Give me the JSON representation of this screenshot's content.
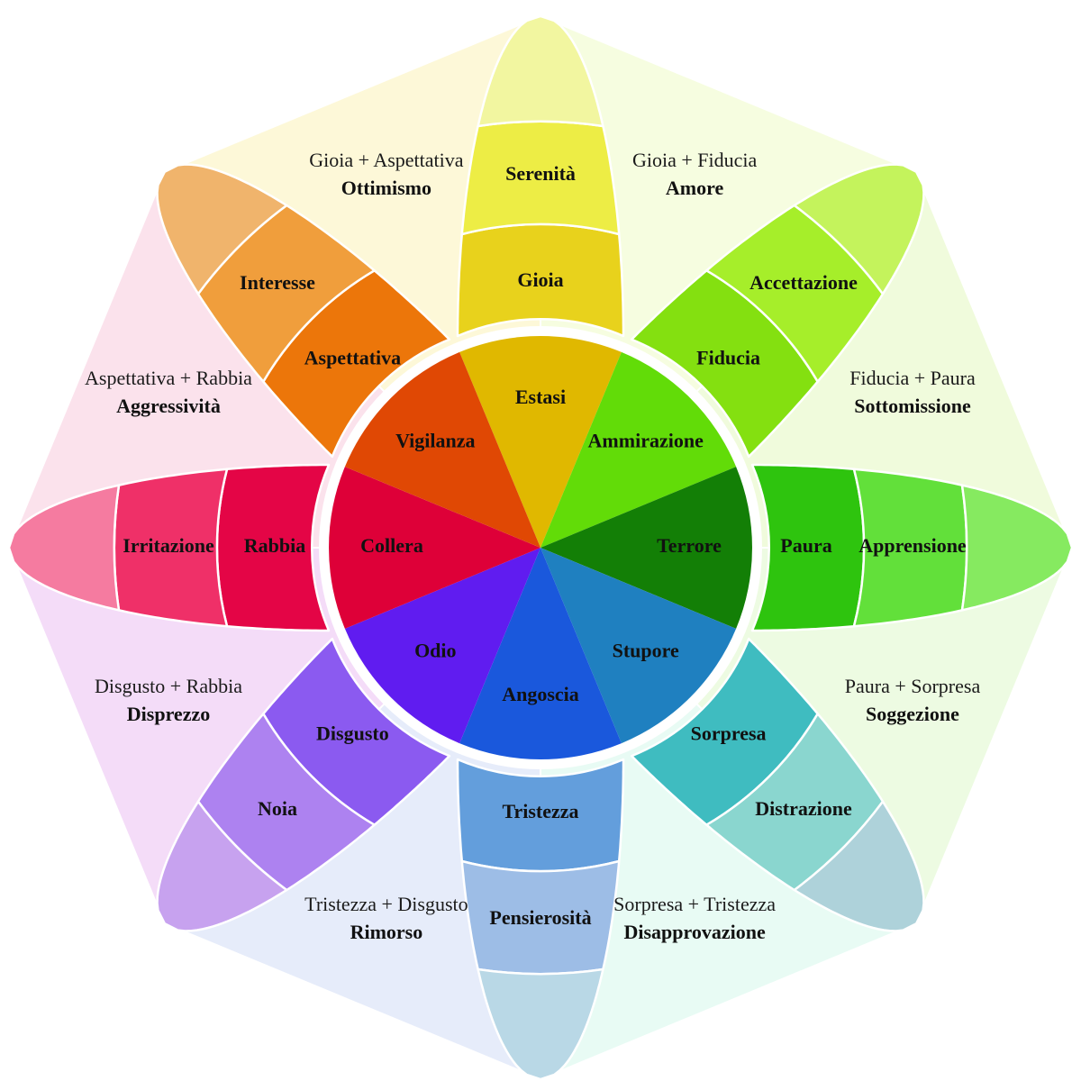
{
  "title": "Ruota delle emozioni",
  "petals": [
    {
      "id": "joy",
      "angle_deg": 0,
      "core": "Estasi",
      "primary": "Gioia",
      "mild": "Serenità",
      "colors": {
        "core": "#e0b800",
        "primary": "#e8d21c",
        "mild": "#eded45",
        "tip": "#f2f6a0"
      }
    },
    {
      "id": "trust",
      "angle_deg": 45,
      "core": "Ammirazione",
      "primary": "Fiducia",
      "mild": "Accettazione",
      "colors": {
        "core": "#62dc08",
        "primary": "#84e010",
        "mild": "#a6ee2a",
        "tip": "#c4f35c"
      }
    },
    {
      "id": "fear",
      "angle_deg": 90,
      "core": "Terrore",
      "primary": "Paura",
      "mild": "Apprensione",
      "colors": {
        "core": "#137f06",
        "primary": "#2ec40e",
        "mild": "#62e03a",
        "tip": "#86ea60"
      }
    },
    {
      "id": "surprise",
      "angle_deg": 135,
      "core": "Stupore",
      "primary": "Sorpresa",
      "mild": "Distrazione",
      "colors": {
        "core": "#1f80c0",
        "primary": "#3fbcc0",
        "mild": "#8ad6cf",
        "tip": "#aed2da"
      }
    },
    {
      "id": "sadness",
      "angle_deg": 180,
      "core": "Angoscia",
      "primary": "Tristezza",
      "mild": "Pensierosità",
      "colors": {
        "core": "#1a58dc",
        "primary": "#639edc",
        "mild": "#9dbde6",
        "tip": "#b9d8e6"
      }
    },
    {
      "id": "disgust",
      "angle_deg": 225,
      "core": "Odio",
      "primary": "Disgusto",
      "mild": "Noia",
      "colors": {
        "core": "#601cf0",
        "primary": "#8b5af0",
        "mild": "#ad82f0",
        "tip": "#c7a2ef"
      }
    },
    {
      "id": "anger",
      "angle_deg": 270,
      "core": "Collera",
      "primary": "Rabbia",
      "mild": "Irritazione",
      "colors": {
        "core": "#de0038",
        "primary": "#e40546",
        "mild": "#ef3068",
        "tip": "#f57ba0"
      }
    },
    {
      "id": "anticipation",
      "angle_deg": 315,
      "core": "Vigilanza",
      "primary": "Aspettativa",
      "mild": "Interesse",
      "colors": {
        "core": "#e04804",
        "primary": "#ec760a",
        "mild": "#f09e3c",
        "tip": "#f0b46c"
      }
    }
  ],
  "dyads": [
    {
      "angle_deg": 22.5,
      "combo": "Gioia + Fiducia",
      "name": "Amore",
      "color": "#f6fde0"
    },
    {
      "angle_deg": 67.5,
      "combo": "Fiducia + Paura",
      "name": "Sottomissione",
      "color": "#f0fbdc"
    },
    {
      "angle_deg": 112.5,
      "combo": "Paura + Sorpresa",
      "name": "Soggezione",
      "color": "#edfbe2"
    },
    {
      "angle_deg": 157.5,
      "combo": "Sorpresa + Tristezza",
      "name": "Disapprovazione",
      "color": "#e8fbf4"
    },
    {
      "angle_deg": 202.5,
      "combo": "Tristezza + Disgusto",
      "name": "Rimorso",
      "color": "#e6ecfa"
    },
    {
      "angle_deg": 247.5,
      "combo": "Disgusto + Rabbia",
      "name": "Disprezzo",
      "color": "#f4dcf8"
    },
    {
      "angle_deg": 292.5,
      "combo": "Aspettativa + Rabbia",
      "name": "Aggressività",
      "color": "#fbe2ec"
    },
    {
      "angle_deg": 337.5,
      "combo": "Gioia + Aspettativa",
      "name": "Ottimismo",
      "color": "#fdf8d8"
    }
  ],
  "colors": {
    "background": "#ffffff",
    "separator": "#ffffff",
    "text": "#111111"
  }
}
